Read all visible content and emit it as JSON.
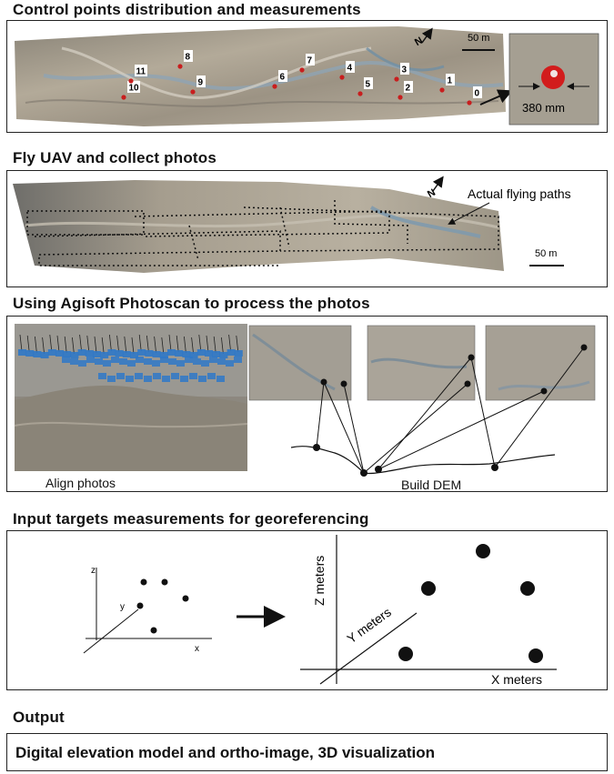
{
  "sections": {
    "control": {
      "title": "Control points distribution and measurements",
      "scale_label": "50 m",
      "target_size_label": "380 mm",
      "north_label": "N",
      "points": [
        "0",
        "1",
        "2",
        "3",
        "4",
        "5",
        "6",
        "7",
        "8",
        "9",
        "10",
        "11"
      ]
    },
    "fly": {
      "title": "Fly UAV and collect photos",
      "path_label": "Actual flying paths",
      "scale_label": "50 m",
      "north_label": "N"
    },
    "process": {
      "title": "Using Agisoft Photoscan to process the photos",
      "align_label": "Align photos",
      "dem_label": "Build DEM"
    },
    "targets": {
      "title": "Input targets measurements for georeferencing",
      "small_axes": {
        "z": "z",
        "y": "y",
        "x": "x"
      },
      "big_axes": {
        "z": "Z meters",
        "y": "Y meters",
        "x": "X meters"
      }
    },
    "output": {
      "title": "Output",
      "text": "Digital elevation model and ortho-image, 3D visualization"
    }
  },
  "colors": {
    "marker": "#c81e1e",
    "terrain": "#a69c8c",
    "water": "#8ea4b4",
    "photo_blue": "#2f78c8"
  }
}
